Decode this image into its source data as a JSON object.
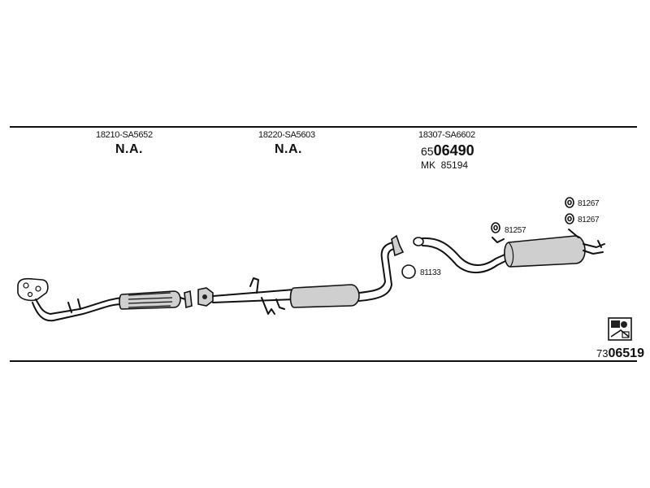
{
  "columns": [
    {
      "part_number": "18210-SA5652",
      "status": "N.A."
    },
    {
      "part_number": "18220-SA5603",
      "status": "N.A."
    },
    {
      "part_number": "18307-SA6602",
      "ref_prefix": "65",
      "ref_main": "06490",
      "mk_label": "MK",
      "mk_number": "85194"
    }
  ],
  "callouts": {
    "hanger_top_a": "81267",
    "hanger_top_b": "81267",
    "hanger_mid": "81257",
    "gasket": "81133"
  },
  "footer": {
    "code_prefix": "73",
    "code_main": "06519"
  }
}
